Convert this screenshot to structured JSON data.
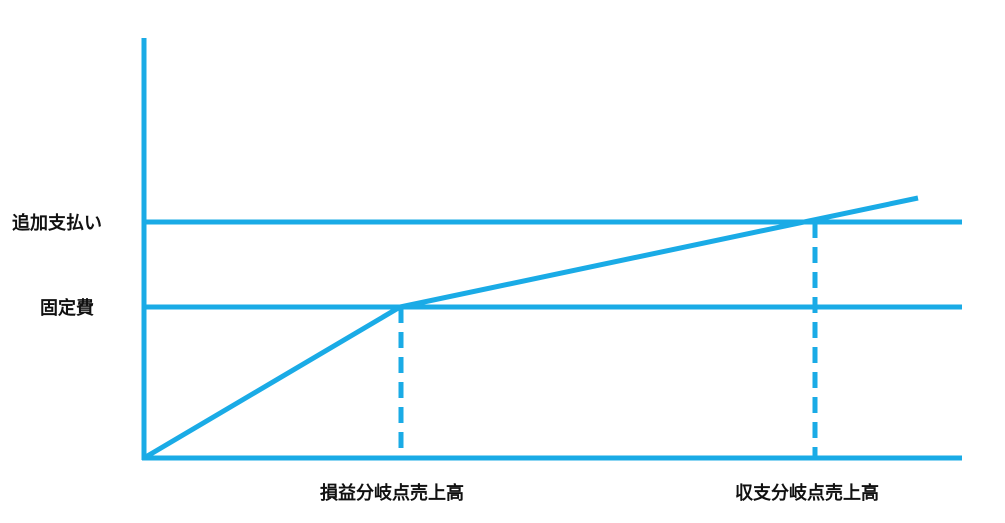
{
  "colors": {
    "line": "#1aabe6",
    "text": "#111111"
  },
  "labels": {
    "additional_payment": "追加支払い",
    "fixed_cost": "固定費",
    "pl_breakeven_sales": "損益分岐点売上高",
    "cash_breakeven_sales": "収支分岐点売上高"
  }
}
